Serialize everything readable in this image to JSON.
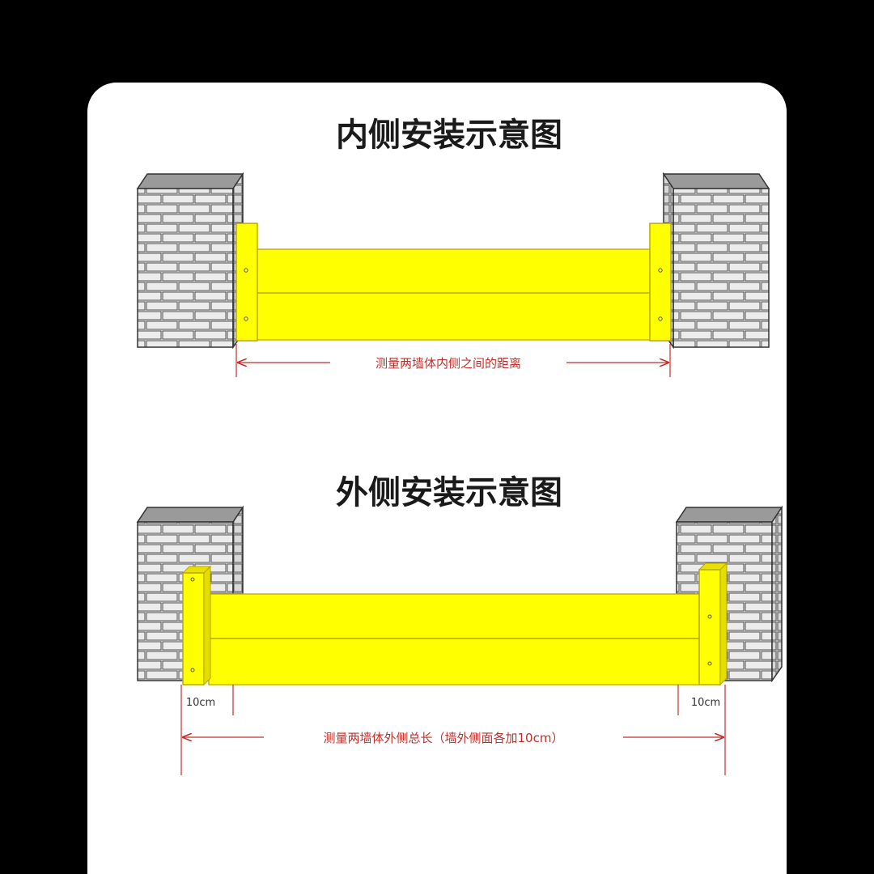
{
  "diagram": {
    "inside": {
      "title": "内侧安装示意图",
      "measure_label": "测量两墙体内侧之间的距离"
    },
    "outside": {
      "title": "外侧安装示意图",
      "measure_label": "测量两墙体外侧总长（墙外侧面各加10cm）",
      "left_offset": "10cm",
      "right_offset": "10cm"
    }
  },
  "colors": {
    "barrier": "#ffff00",
    "barrier_edge": "#c8b400",
    "brick_face": "#e3e3e3",
    "mortar": "#555555",
    "dimension": "#c0302a"
  }
}
